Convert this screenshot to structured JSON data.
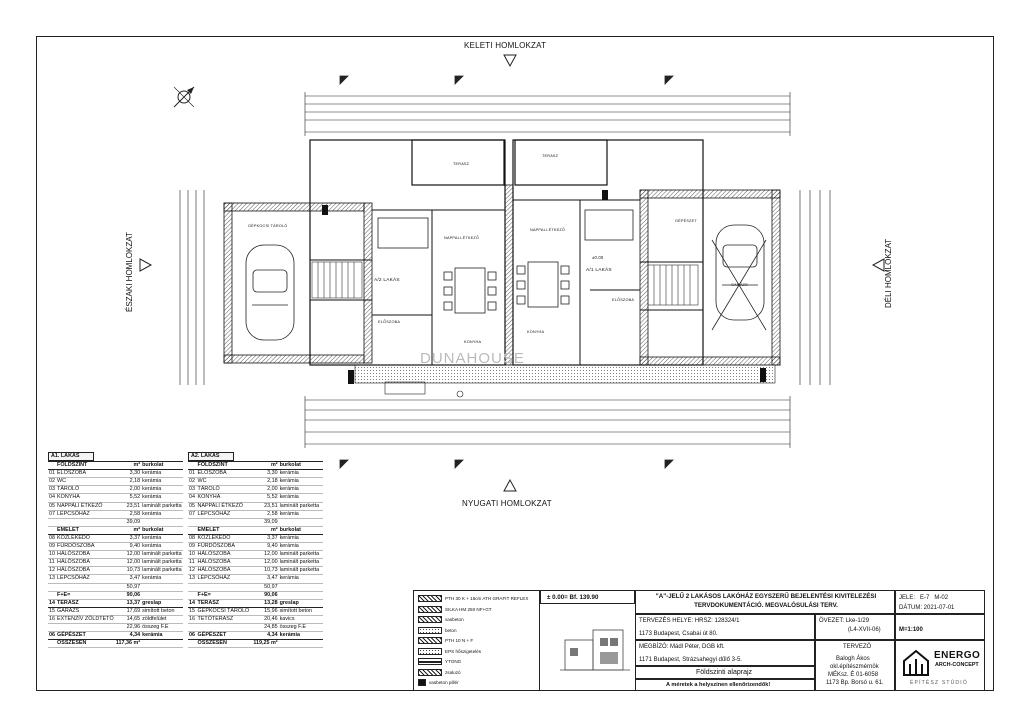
{
  "elevations": {
    "top": "KELETI HOMLOKZAT",
    "bottom": "NYUGATI HOMLOKZAT",
    "left": "ÉSZAKI HOMLOKZAT",
    "right": "DÉLI HOMLOKZAT"
  },
  "plan_labels": {
    "apt_left": "A/2 LAKÁS",
    "apt_right": "A/1 LAKÁS",
    "living_left": "NAPPALI-ÉTKEZŐ",
    "living_right": "NAPPALI-ÉTKEZŐ",
    "garage_left": "GÉPKOCSI TÁROLÓ",
    "garage_right": "GARÁZS",
    "terrace_left": "TERASZ",
    "terrace_right": "TERASZ",
    "kitchen_left": "KONYHA",
    "kitchen_right": "KONYHA",
    "hall_left": "ELŐSZOBA",
    "hall_right": "ELŐSZOBA",
    "mech": "GÉPÉSZET",
    "level": "±0.00",
    "watermark": "DUNAHOUSE"
  },
  "table_a1": {
    "title": "A1. LAKÁS",
    "unit": "m²",
    "finish": "burkolat",
    "ground": "FÖLDSZINT",
    "ground_rows": [
      [
        "01",
        "ELŐSZOBA",
        "3,30",
        "kerámia"
      ],
      [
        "02",
        "WC",
        "2,18",
        "kerámia"
      ],
      [
        "03",
        "TÁROLÓ",
        "2,00",
        "kerámia"
      ],
      [
        "04",
        "KONYHA",
        "5,52",
        "kerámia"
      ],
      [
        "05",
        "NAPPALI ÉTKEZŐ",
        "23,51",
        "laminált parketta"
      ],
      [
        "07",
        "LÉPCSŐHÁZ",
        "2,58",
        "kerámia"
      ]
    ],
    "ground_total": "39,09",
    "upper": "EMELET",
    "upper_rows": [
      [
        "08",
        "KÖZLEKEDŐ",
        "3,37",
        "kerámia"
      ],
      [
        "09",
        "FÜRDŐSZOBA",
        "9,40",
        "kerámia"
      ],
      [
        "10",
        "HÁLÓSZOBA",
        "12,00",
        "laminált parketta"
      ],
      [
        "11",
        "HÁLÓSZOBA",
        "12,00",
        "laminált parketta"
      ],
      [
        "12",
        "HÁLÓSZOBA",
        "10,73",
        "laminált parketta"
      ],
      [
        "13",
        "LÉPCSŐHÁZ",
        "3,47",
        "kerámia"
      ]
    ],
    "upper_total": "50,97",
    "fe_label": "F+E=",
    "fe_value": "90,06",
    "extra_rows": [
      [
        "14",
        "TERASZ",
        "13,37",
        "greslap"
      ],
      [
        "15",
        "GARÁZS",
        "17,69",
        "simított beton"
      ],
      [
        "16",
        "EXTENZÍV ZÖLDTETŐ",
        "14,65",
        "zöldfelület"
      ]
    ],
    "extra_total_value": "22,96",
    "extra_total_label": "összeg F.E",
    "mech_row": [
      "06",
      "GÉPÉSZET",
      "4,34",
      "kerámia"
    ],
    "sum_label": "ÖSSZESEN",
    "sum_value": "117,36 m²"
  },
  "table_a2": {
    "title": "A2. LAKÁS",
    "unit": "m²",
    "finish": "burkolat",
    "ground": "FÖLDSZINT",
    "ground_rows": [
      [
        "01",
        "ELŐSZOBA",
        "3,30",
        "kerámia"
      ],
      [
        "02",
        "WC",
        "2,18",
        "kerámia"
      ],
      [
        "03",
        "TÁROLÓ",
        "2,00",
        "kerámia"
      ],
      [
        "04",
        "KONYHA",
        "5,52",
        "kerámia"
      ],
      [
        "05",
        "NAPPALI ÉTKEZŐ",
        "23,51",
        "laminált parketta"
      ],
      [
        "07",
        "LÉPCSŐHÁZ",
        "2,58",
        "kerámia"
      ]
    ],
    "ground_total": "39,09",
    "upper": "EMELET",
    "upper_rows": [
      [
        "08",
        "KÖZLEKEDŐ",
        "3,37",
        "kerámia"
      ],
      [
        "09",
        "FÜRDŐSZOBA",
        "9,40",
        "kerámia"
      ],
      [
        "10",
        "HÁLÓSZOBA",
        "12,00",
        "laminált parketta"
      ],
      [
        "11",
        "HÁLÓSZOBA",
        "12,00",
        "laminált parketta"
      ],
      [
        "12",
        "HÁLÓSZOBA",
        "10,73",
        "laminált parketta"
      ],
      [
        "13",
        "LÉPCSŐHÁZ",
        "3,47",
        "kerámia"
      ]
    ],
    "upper_total": "50,97",
    "fe_label": "F+E=",
    "fe_value": "90,06",
    "extra_rows": [
      [
        "14",
        "TERASZ",
        "13,28",
        "greslap"
      ],
      [
        "15",
        "GÉPKOCSI TÁROLÓ",
        "15,96",
        "simított beton"
      ],
      [
        "16",
        "TETŐTERASZ",
        "20,46",
        "kavics"
      ]
    ],
    "extra_total_value": "24,85",
    "extra_total_label": "összeg F.E",
    "mech_row": [
      "06",
      "GÉPÉSZET",
      "4,34",
      "kerámia"
    ],
    "sum_label": "ÖSSZESEN",
    "sum_value": "119,25 m²"
  },
  "legend": [
    {
      "label": "PTH 30 K + 15cm ATH GRAFIT REFLEX",
      "pattern": "hatch"
    },
    {
      "label": "SILKA HM 250 NF+GT",
      "pattern": "cross"
    },
    {
      "label": "vasbeton",
      "pattern": "hatch"
    },
    {
      "label": "beton",
      "pattern": "dots"
    },
    {
      "label": "PTH 10 N + F",
      "pattern": "hatch"
    },
    {
      "label": "EPS hőszigetelés",
      "pattern": "dots"
    },
    {
      "label": "YTONG",
      "pattern": "solid-line"
    },
    {
      "label": "zsaluzó",
      "pattern": "cross"
    },
    {
      "label": "vasbeton pillér",
      "pattern": "solid"
    }
  ],
  "title_block": {
    "level_label": "± 0.00= Bf. 139.90",
    "project_title": "\"A\"-JELŰ 2 LAKÁSOS LAKÓHÁZ EGYSZERŰ BEJELENTÉSI KIVITELEZÉSI TERVDOKUMENTÁCIÓ. MEGVALÓSULÁSI TERV.",
    "location_label": "TERVEZÉS HELYE:",
    "location_value": "HRSZ: 128324/1",
    "location_address": "1173 Budapest, Csabai út 80.",
    "zone_label": "ÖVEZET:",
    "zone_value": "Lke-1/29",
    "zone_sub": "(L4-XVII-06)",
    "client_label": "MEGBÍZÓ:",
    "client_value": "Mádl Péter, DGB kft.",
    "client_address": "1171 Budapest, Strázsahegyi dűlő 3-5.",
    "designer_label": "TERVEZŐ",
    "designer_name": "Balogh Ákos",
    "designer_title": "okl.építészmérnök",
    "designer_reg": "MÉKsz. É 01-6058",
    "designer_address": "1173 Bp. Borsó u. 61.",
    "drawing_name": "Földszinti alaprajz",
    "note": "A méretek a helyszínen ellenőrizendők!",
    "sheet_label": "JELE:",
    "sheet_value": "E-7",
    "sheet_code": "M-02",
    "date_label": "DÁTUM:",
    "date_value": "2021-07-01",
    "scale": "M=1:100",
    "logo_name": "ENERGO",
    "logo_sub": "ARCH-CONCEPT",
    "logo_studio": "ÉPÍTÉSZ STÚDIÓ"
  }
}
